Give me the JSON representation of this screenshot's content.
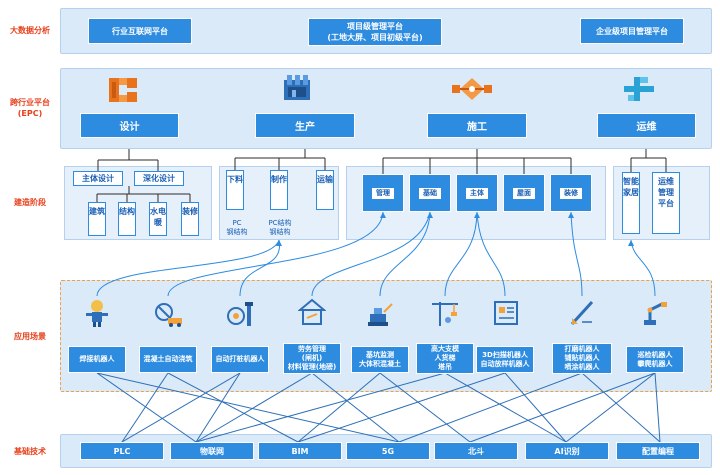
{
  "rows": {
    "bigdata": "大数据分析",
    "platform_line1": "跨行业平台",
    "platform_line2": "(EPC)",
    "construction": "建造阶段",
    "scenes": "应用场景",
    "tech": "基础技术"
  },
  "bigdata": {
    "left": "行业互联网平台",
    "center_line1": "项目级管理平台",
    "center_line2": "(工地大屏、项目初级平台)",
    "right": "企业级项目管理平台"
  },
  "platform": [
    "设计",
    "生产",
    "施工",
    "运维"
  ],
  "design": {
    "a": "主体设计",
    "b": "深化设计",
    "sub": [
      "建筑",
      "结构",
      "水电暖",
      "装修"
    ]
  },
  "production": {
    "sub": [
      "下料",
      "制作",
      "运输"
    ],
    "note1_line1": "PC",
    "note1_line2": "钢结构",
    "note2_line1": "PC结构",
    "note2_line2": "钢结构"
  },
  "build": [
    "管理",
    "基础",
    "主体",
    "屋面",
    "装修"
  ],
  "maint": [
    "智能家居",
    "运维管理平台"
  ],
  "scenes": [
    {
      "icon": "welder-robot-icon",
      "line1": "焊接机器人",
      "line2": "",
      "line3": ""
    },
    {
      "icon": "concrete-pouring-icon",
      "line1": "混凝土自动浇筑",
      "line2": "",
      "line3": ""
    },
    {
      "icon": "bolt-tightening-icon",
      "line1": "自动打桩机器人",
      "line2": "",
      "line3": ""
    },
    {
      "icon": "building-management-icon",
      "line1": "劳务管理",
      "line2": "(闸机)",
      "line3": "材料管理(地磅)"
    },
    {
      "icon": "excavator-icon",
      "line1": "基坑监测",
      "line2": "大体积混凝土",
      "line3": ""
    },
    {
      "icon": "tower-crane-icon",
      "line1": "高大支模",
      "line2": "人货梯",
      "line3": "塔吊"
    },
    {
      "icon": "blueprint-scan-icon",
      "line1": "3D扫描机器人",
      "line2": "自动放样机器人",
      "line3": ""
    },
    {
      "icon": "grinding-robot-icon",
      "line1": "打磨机器人",
      "line2": "铺贴机器人",
      "line3": "喷涂机器人"
    },
    {
      "icon": "robot-arm-icon",
      "line1": "巡检机器人",
      "line2": "攀爬机器人",
      "line3": ""
    }
  ],
  "tech": [
    "PLC",
    "物联网",
    "BIM",
    "5G",
    "北斗",
    "AI识别",
    "配置编程"
  ],
  "colors": {
    "primary": "#2d8be0",
    "band": "#dbeaf8",
    "label": "#e8401c",
    "accent": "#f0a040"
  }
}
